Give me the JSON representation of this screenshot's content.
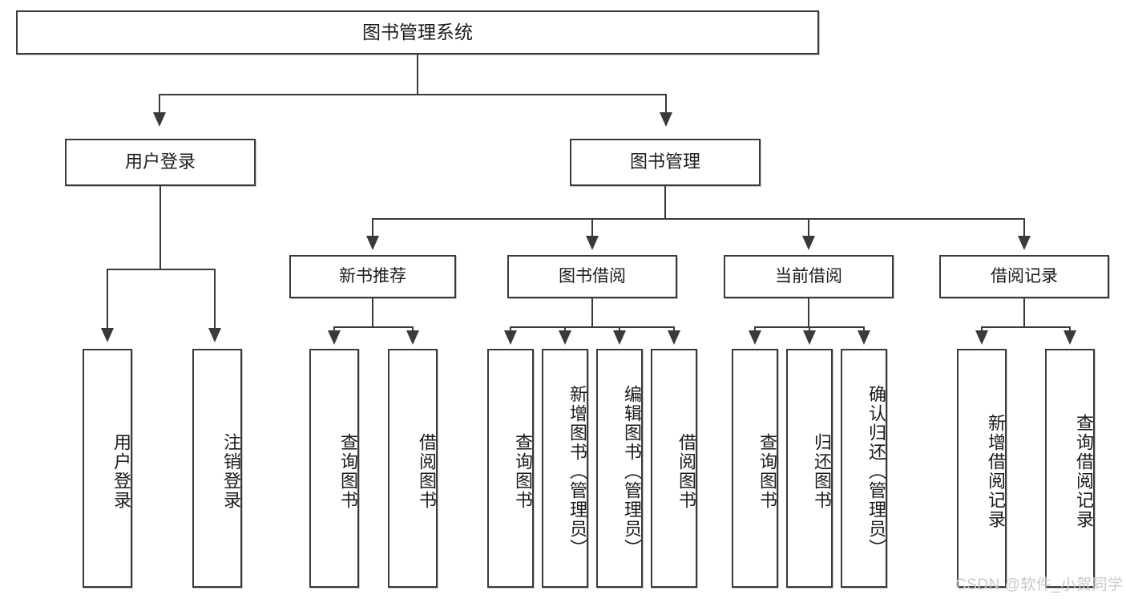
{
  "diagram": {
    "title": "图书管理系统",
    "root": {
      "label": "图书管理系统"
    },
    "level1": [
      {
        "label": "用户登录"
      },
      {
        "label": "图书管理"
      }
    ],
    "level2": [
      {
        "label": "新书推荐"
      },
      {
        "label": "图书借阅"
      },
      {
        "label": "当前借阅"
      },
      {
        "label": "借阅记录"
      }
    ],
    "leaves": {
      "user_login": [
        {
          "label": "用户登录"
        },
        {
          "label": "注销登录"
        }
      ],
      "new_book_recommend": [
        {
          "label": "查询图书"
        },
        {
          "label": "借阅图书"
        }
      ],
      "book_borrow": [
        {
          "label": "查询图书"
        },
        {
          "label": "新增图书（管理员）"
        },
        {
          "label": "编辑图书（管理员）"
        },
        {
          "label": "借阅图书"
        }
      ],
      "current_borrow": [
        {
          "label": "查询图书"
        },
        {
          "label": "归还图书"
        },
        {
          "label": "确认归还（管理员）"
        }
      ],
      "borrow_record": [
        {
          "label": "新增借阅记录"
        },
        {
          "label": "查询借阅记录"
        }
      ]
    }
  },
  "watermark": {
    "text": "CSDN @软件_小贺同学"
  },
  "colors": {
    "stroke": "#3a3a3a",
    "text": "#1b1b1b",
    "background": "#ffffff",
    "watermark": "#c9c9c9"
  }
}
